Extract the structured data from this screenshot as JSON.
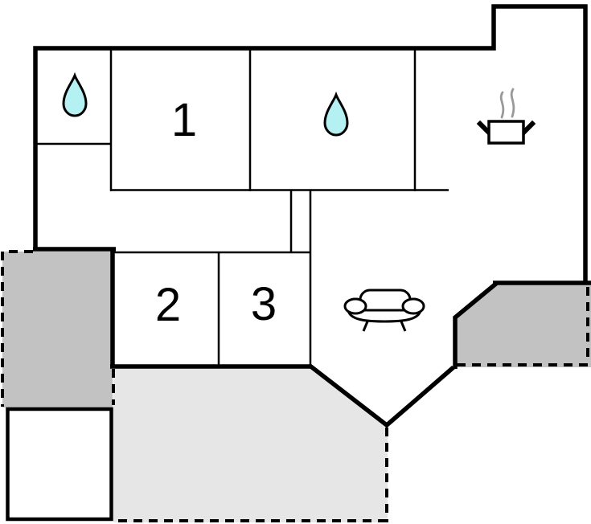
{
  "floor_plan": {
    "type": "floor-plan",
    "room_labels": [
      "1",
      "2",
      "3"
    ],
    "areas": {
      "bathroom_icon": "water-drop",
      "bedroom_bath_icon": "water-drop",
      "kitchen_icon": "cooking-pot-with-steam",
      "living_room_icon": "sofa"
    },
    "colors": {
      "wall": "#000000",
      "floor": "#ffffff",
      "water": "#b5f1f3",
      "terrace_dark": "#c2c2c2",
      "terrace_light": "#e6e6e6",
      "steam": "#999999"
    }
  }
}
